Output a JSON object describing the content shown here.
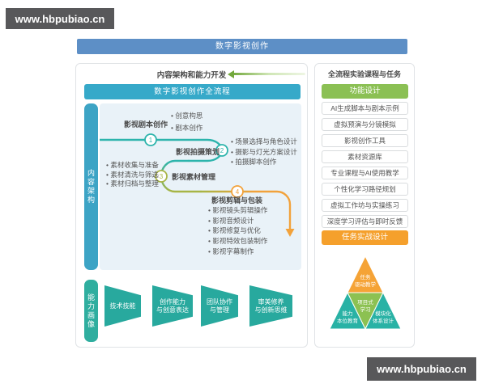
{
  "watermark": {
    "url": "www.hbpubiao.cn"
  },
  "header": {
    "title": "数字影视创作"
  },
  "left_panel": {
    "title": "内容架构和能力开发",
    "subtitle": "数字影视创作全流程",
    "side_label": "内容架构",
    "flow": {
      "steps": [
        {
          "num": "1",
          "label": "影视剧本创作",
          "bullets": [
            "创意构思",
            "剧本创作"
          ]
        },
        {
          "num": "2",
          "label": "影视拍摄策划",
          "bullets": [
            "场景选择与角色设计",
            "摄影与灯光方案设计",
            "拍摄脚本创作"
          ]
        },
        {
          "num": "3",
          "label": "影视素材管理",
          "bullets": [
            "素材收集与准备",
            "素材清洗与筛选",
            "素材归档与整理"
          ]
        },
        {
          "num": "4",
          "label": "影视剪辑与包装",
          "bullets": [
            "影视镜头剪辑操作",
            "影视音频设计",
            "影视修复与优化",
            "影视特效包装制作",
            "影视字幕制作"
          ]
        }
      ]
    },
    "capability": {
      "side_label": "能力画像",
      "items": [
        {
          "lines": [
            "技术技能"
          ]
        },
        {
          "lines": [
            "创作能力",
            "与创意表达"
          ]
        },
        {
          "lines": [
            "团队协作",
            "与管理"
          ]
        },
        {
          "lines": [
            "审美修养",
            "与创新思维"
          ]
        }
      ]
    }
  },
  "right_panel": {
    "title": "全流程实验课程与任务",
    "function_design_label": "功能设计",
    "items": [
      "AI生成脚本与剧本示例",
      "虚拟预演与分镜模拟",
      "影视创作工具",
      "素材资源库",
      "专业课程与AI使用教学",
      "个性化学习路径规划",
      "虚拟工作坊与实操练习",
      "深度学习评估与即时反馈"
    ],
    "task_design_label": "任务实战设计",
    "pyramid": {
      "top_lines": [
        "任务",
        "驱动教学"
      ],
      "middle_lines": [
        "项目式",
        "学习"
      ],
      "bottom_left_lines": [
        "能力",
        "本位教育"
      ],
      "bottom_right_lines": [
        "模块化",
        "体系设计"
      ]
    }
  },
  "colors": {
    "header_blue": "#5d8fc6",
    "teal_bar": "#36a9c9",
    "flow_teal": "#2cb4ac",
    "flow_olive": "#a8b545",
    "flow_orange": "#f2a23b",
    "button_green": "#8bc054",
    "button_orange": "#f5a02c",
    "pennant_teal": "#28a99e",
    "pyramid_teal": "#29b2a5",
    "watermark_bg": "#58585a"
  }
}
